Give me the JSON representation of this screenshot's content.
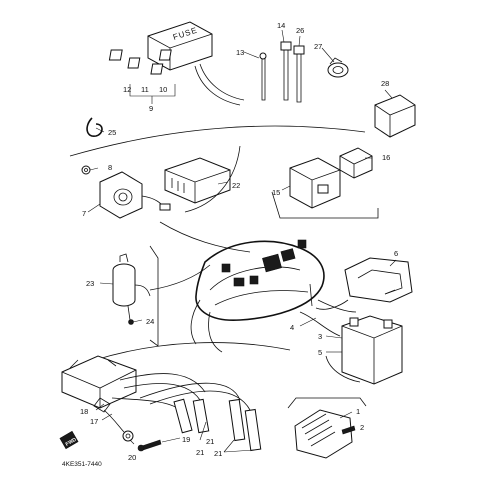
{
  "fuse_label": "FUSE",
  "fwd_label": "FWD",
  "diagram_code": "4KE351-7440",
  "callouts": [
    "1",
    "2",
    "3",
    "4",
    "5",
    "6",
    "7",
    "8",
    "9",
    "10",
    "11",
    "12",
    "13",
    "14",
    "15",
    "16",
    "17",
    "18",
    "19",
    "20",
    "21",
    "21",
    "21",
    "22",
    "23",
    "24",
    "25",
    "26",
    "27",
    "28"
  ]
}
